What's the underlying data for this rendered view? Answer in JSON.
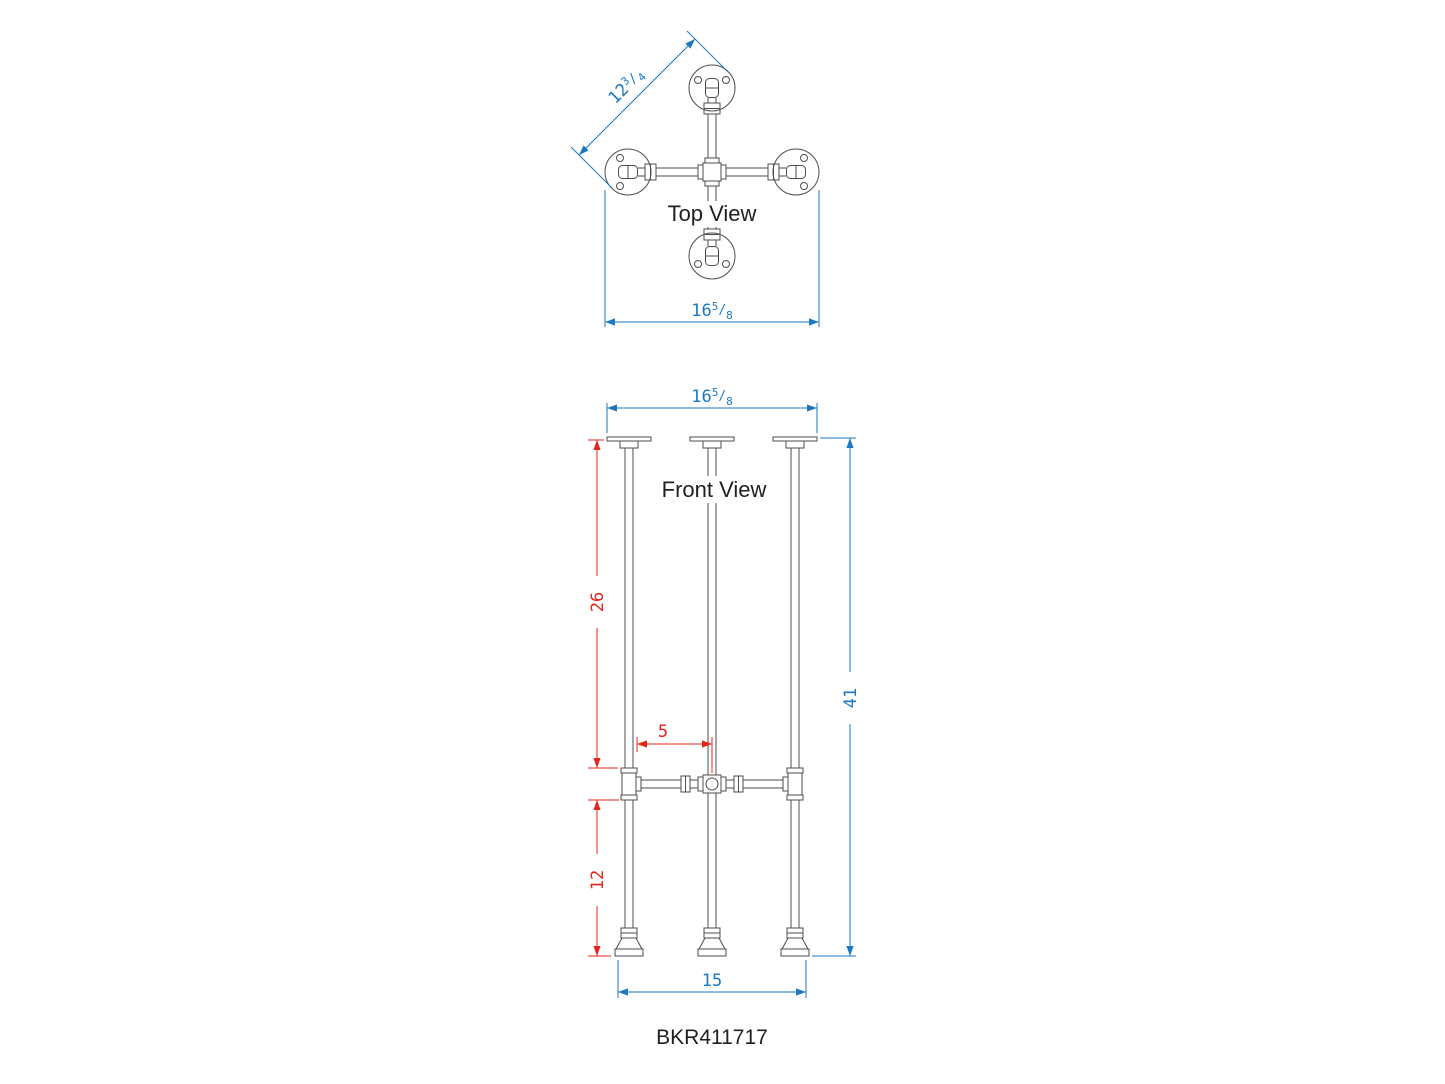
{
  "part_number": "BKR411717",
  "ui": {
    "fraction_slash": "/"
  },
  "top_view": {
    "label": "Top View",
    "dim_diagonal": {
      "whole": "12",
      "num": "3",
      "den": "4"
    },
    "dim_width": {
      "whole": "16",
      "num": "5",
      "den": "8"
    }
  },
  "front_view": {
    "label": "Front View",
    "dim_top_width": {
      "whole": "16",
      "num": "5",
      "den": "8"
    },
    "dim_leg_upper": "26",
    "dim_overall_height": "41",
    "dim_crossbar_offset": "5",
    "dim_leg_lower": "12",
    "dim_base_width": "15"
  },
  "colors": {
    "dim_blue": "#1d78c0",
    "dim_red": "#e8231a",
    "draw_color": "#4d4d4d",
    "label_color": "#1f1f1f"
  }
}
